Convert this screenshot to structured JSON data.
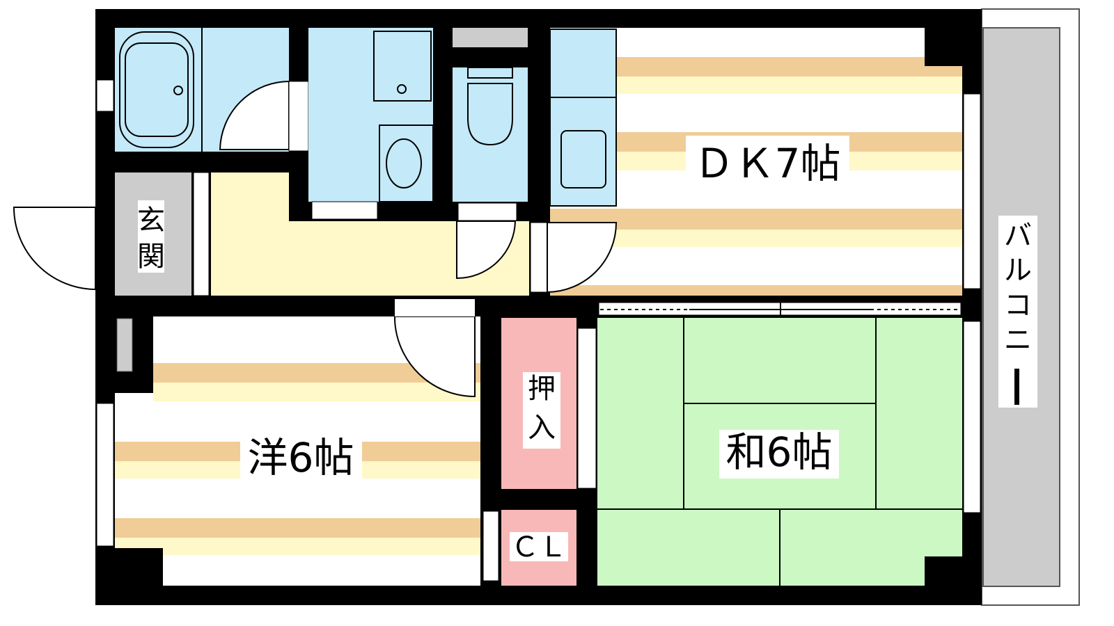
{
  "rooms": {
    "dk": "ＤＫ7帖",
    "western": "洋6帖",
    "japanese": "和6帖",
    "entrance": [
      "玄",
      "関"
    ],
    "closet_oshiire": [
      "押",
      "入"
    ],
    "closet_cl": "ＣＬ",
    "balcony": [
      "バ",
      "ル",
      "コ",
      "ニ",
      "ー"
    ]
  },
  "colors": {
    "wall": "#000000",
    "wet_area": "#c4e9f8",
    "hall": "#fff8c8",
    "floor_stripe": "#f0cc96",
    "tatami": "#ccf8c4",
    "closet": "#f8b8b8",
    "balcony": "#cccccc"
  }
}
